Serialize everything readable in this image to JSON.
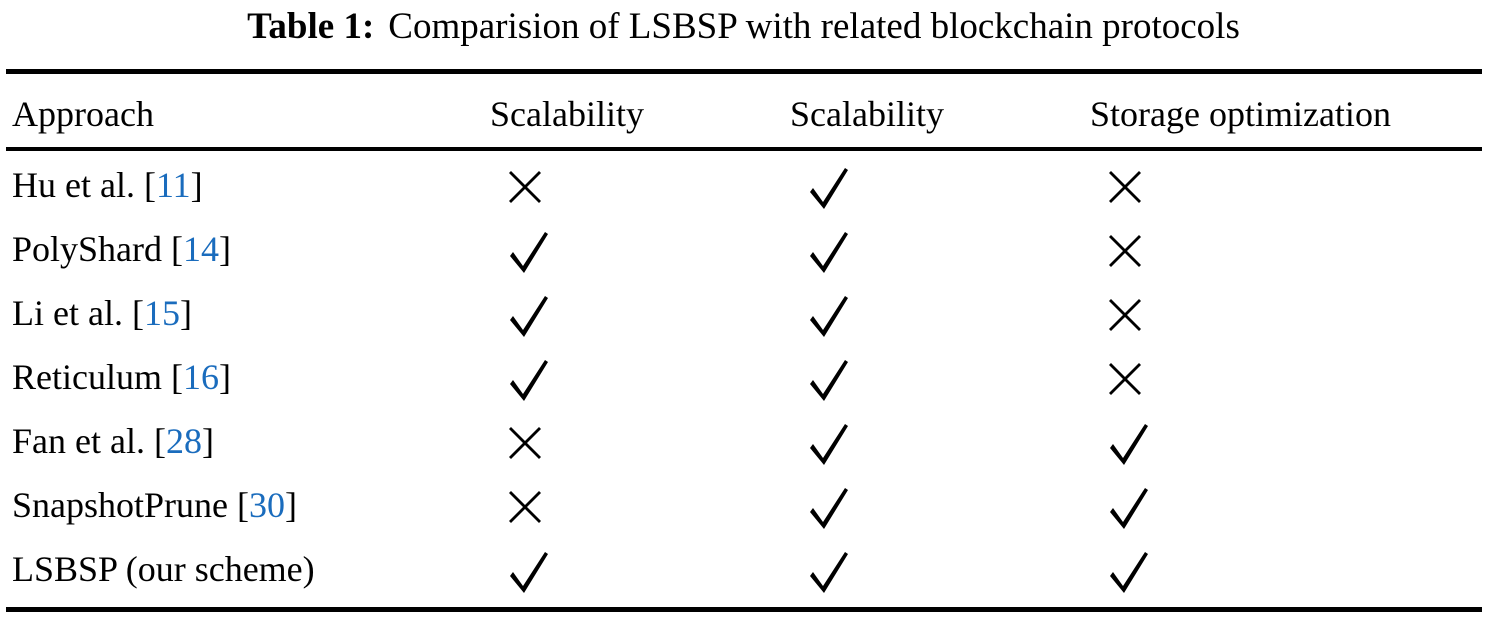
{
  "caption": {
    "label": "Table 1:",
    "text": "Comparision of LSBSP with related blockchain protocols"
  },
  "table": {
    "headers": [
      "Approach",
      "Scalability",
      "Scalability",
      "Storage optimization"
    ],
    "rows": [
      {
        "name": "Hu et al.",
        "ref_open": "[",
        "ref_num": "11",
        "ref_close": "]",
        "c2": "cross",
        "c3": "check",
        "c4": "cross"
      },
      {
        "name": "PolyShard",
        "ref_open": "[",
        "ref_num": "14",
        "ref_close": "]",
        "c2": "check",
        "c3": "check",
        "c4": "cross"
      },
      {
        "name": "Li et al.",
        "ref_open": "[",
        "ref_num": "15",
        "ref_close": "]",
        "c2": "check",
        "c3": "check",
        "c4": "cross"
      },
      {
        "name": "Reticulum",
        "ref_open": "[",
        "ref_num": "16",
        "ref_close": "]",
        "c2": "check",
        "c3": "check",
        "c4": "cross"
      },
      {
        "name": "Fan et al.",
        "ref_open": "[",
        "ref_num": "28",
        "ref_close": "]",
        "c2": "cross",
        "c3": "check",
        "c4": "check"
      },
      {
        "name": "SnapshotPrune",
        "ref_open": "[",
        "ref_num": "30",
        "ref_close": "]",
        "c2": "cross",
        "c3": "check",
        "c4": "check"
      },
      {
        "name": "LSBSP (our scheme)",
        "ref_open": "",
        "ref_num": "",
        "ref_close": "",
        "c2": "check",
        "c3": "check",
        "c4": "check"
      }
    ]
  },
  "symbols": {
    "check": "checkmark-icon",
    "cross": "cross-icon"
  },
  "colors": {
    "text": "#000000",
    "reference_link": "#1a6cbd",
    "rule": "#000000",
    "background": "#ffffff"
  }
}
